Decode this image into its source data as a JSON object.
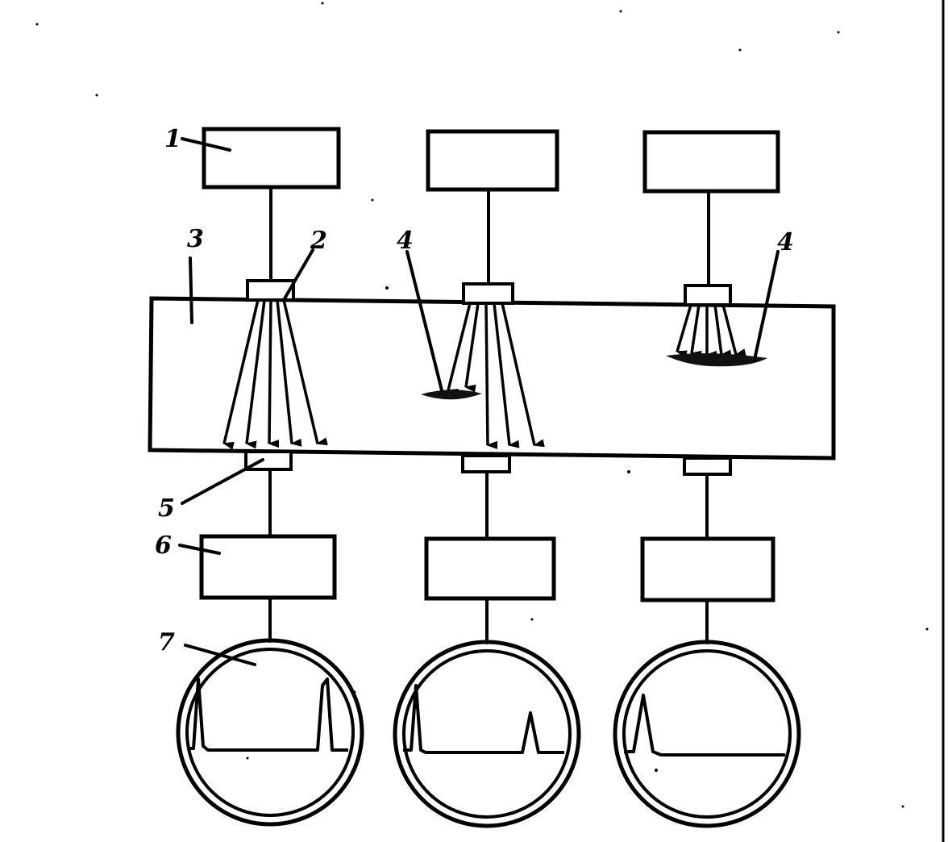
{
  "labels": {
    "generator": "1",
    "emitter": "2",
    "specimen": "3",
    "defect_a": "4",
    "defect_b": "4",
    "receiver": "5",
    "amplifier": "6",
    "indicator": "7"
  }
}
